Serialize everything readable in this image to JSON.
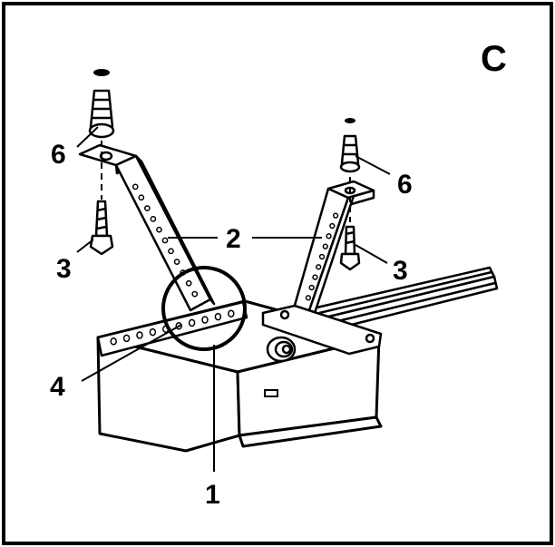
{
  "figure": {
    "panel_letter": "C",
    "callouts": {
      "part_1": "1",
      "part_2": "2",
      "part_3_left": "3",
      "part_3_right": "3",
      "part_4": "4",
      "part_6_left": "6",
      "part_6_right": "6"
    }
  },
  "colors": {
    "ink": "#000000",
    "paper": "#ffffff"
  }
}
